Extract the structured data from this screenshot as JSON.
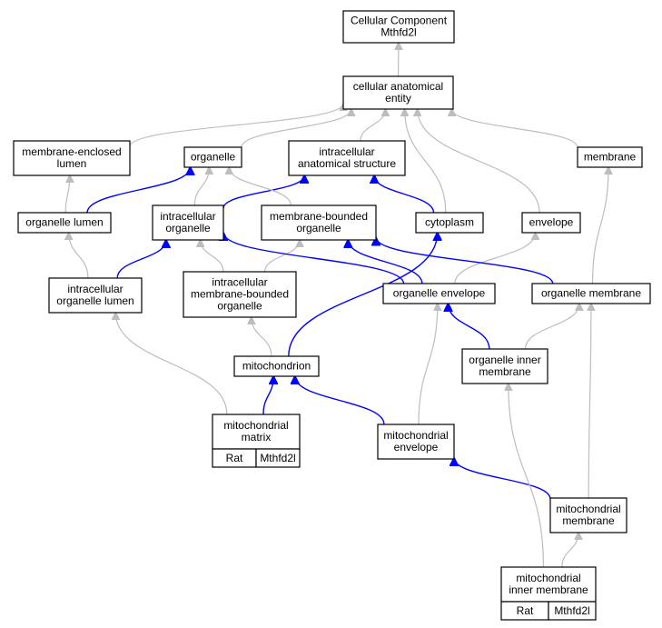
{
  "nodes": {
    "root": [
      "Cellular Component",
      "Mthfd2l"
    ],
    "cae": [
      "cellular anatomical",
      "entity"
    ],
    "mel": [
      "membrane-enclosed",
      "lumen"
    ],
    "org": [
      "organelle"
    ],
    "ias": [
      "intracellular",
      "anatomical structure"
    ],
    "mem": [
      "membrane"
    ],
    "ol": [
      "organelle lumen"
    ],
    "io": [
      "intracellular",
      "organelle"
    ],
    "mbo": [
      "membrane-bounded",
      "organelle"
    ],
    "cyt": [
      "cytoplasm"
    ],
    "env": [
      "envelope"
    ],
    "iol": [
      "intracellular",
      "organelle lumen"
    ],
    "imbo": [
      "intracellular",
      "membrane-bounded",
      "organelle"
    ],
    "oe": [
      "organelle envelope"
    ],
    "om": [
      "organelle membrane"
    ],
    "mito": [
      "mitochondrion"
    ],
    "oim": [
      "organelle inner",
      "membrane"
    ],
    "mm": [
      "mitochondrial",
      "matrix"
    ],
    "me": [
      "mitochondrial",
      "envelope"
    ],
    "mmem": [
      "mitochondrial",
      "membrane"
    ],
    "mim": [
      "mitochondrial",
      "inner membrane"
    ]
  },
  "annotations": {
    "mm": [
      "Rat",
      "Mthfd2l"
    ],
    "mim": [
      "Rat",
      "Mthfd2l"
    ]
  },
  "edges": [
    {
      "from": "cae",
      "to": "root",
      "color": "gray"
    },
    {
      "from": "mel",
      "to": "cae",
      "color": "gray"
    },
    {
      "from": "org",
      "to": "cae",
      "color": "gray"
    },
    {
      "from": "ias",
      "to": "cae",
      "color": "gray"
    },
    {
      "from": "mem",
      "to": "cae",
      "color": "gray"
    },
    {
      "from": "cyt",
      "to": "cae",
      "color": "gray"
    },
    {
      "from": "env",
      "to": "cae",
      "color": "gray"
    },
    {
      "from": "ol",
      "to": "mel",
      "color": "gray"
    },
    {
      "from": "ol",
      "to": "org",
      "color": "blue"
    },
    {
      "from": "io",
      "to": "org",
      "color": "gray"
    },
    {
      "from": "io",
      "to": "ias",
      "color": "blue"
    },
    {
      "from": "mbo",
      "to": "org",
      "color": "gray"
    },
    {
      "from": "cyt",
      "to": "ias",
      "color": "blue"
    },
    {
      "from": "iol",
      "to": "ol",
      "color": "gray"
    },
    {
      "from": "iol",
      "to": "io",
      "color": "blue"
    },
    {
      "from": "imbo",
      "to": "io",
      "color": "gray"
    },
    {
      "from": "imbo",
      "to": "mbo",
      "color": "gray"
    },
    {
      "from": "oe",
      "to": "io",
      "color": "blue"
    },
    {
      "from": "oe",
      "to": "mbo",
      "color": "blue"
    },
    {
      "from": "oe",
      "to": "env",
      "color": "gray"
    },
    {
      "from": "om",
      "to": "mbo",
      "color": "blue"
    },
    {
      "from": "om",
      "to": "mem",
      "color": "gray"
    },
    {
      "from": "mito",
      "to": "imbo",
      "color": "gray"
    },
    {
      "from": "mito",
      "to": "cyt",
      "color": "blue"
    },
    {
      "from": "oim",
      "to": "oe",
      "color": "blue"
    },
    {
      "from": "oim",
      "to": "om",
      "color": "gray"
    },
    {
      "from": "mm",
      "to": "iol",
      "color": "gray"
    },
    {
      "from": "mm",
      "to": "mito",
      "color": "blue"
    },
    {
      "from": "me",
      "to": "mito",
      "color": "blue"
    },
    {
      "from": "me",
      "to": "oe",
      "color": "gray"
    },
    {
      "from": "mmem",
      "to": "me",
      "color": "blue"
    },
    {
      "from": "mmem",
      "to": "om",
      "color": "gray"
    },
    {
      "from": "mim",
      "to": "mmem",
      "color": "gray"
    },
    {
      "from": "mim",
      "to": "oim",
      "color": "gray"
    }
  ],
  "colors": {
    "annotation_fill": "#ffd700",
    "edge_gray": "#bdbdbd",
    "edge_blue": "#0000ff",
    "node_border": "#000000"
  }
}
